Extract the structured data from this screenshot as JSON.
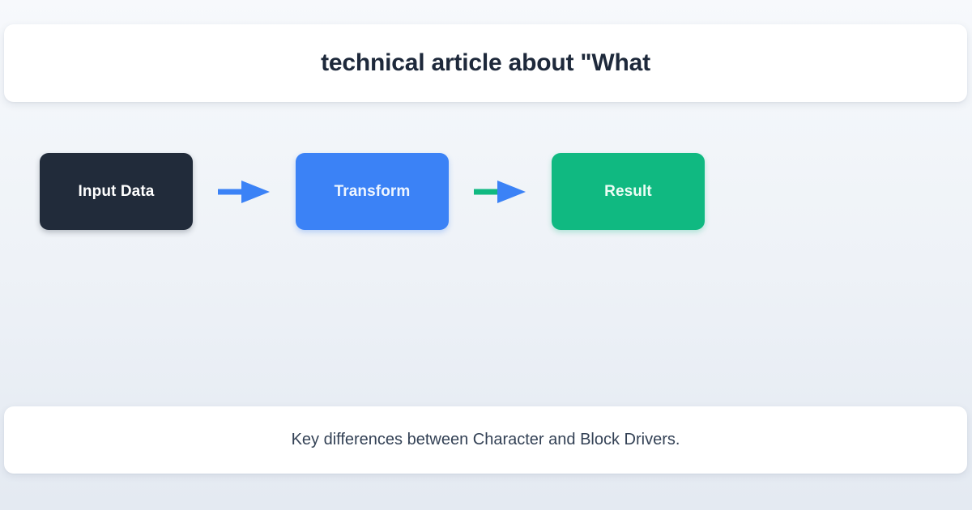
{
  "page": {
    "background_top": "#f7f9fc",
    "background_bottom": "#e4eaf2"
  },
  "header": {
    "title": "technical article about \"What",
    "card_background": "#ffffff",
    "title_color": "#1e293b"
  },
  "diagram": {
    "type": "flow",
    "orientation": "horizontal",
    "nodes": [
      {
        "id": "input",
        "label": "Input Data",
        "fill": "#212b3a",
        "text_color": "#ffffff",
        "icon": "none"
      },
      {
        "id": "transform",
        "label": "Transform",
        "fill": "#3b82f6",
        "text_color": "#eff6ff",
        "icon": "none"
      },
      {
        "id": "result",
        "label": "Result",
        "fill": "#10b981",
        "text_color": "#ecfdf5",
        "icon": "none"
      }
    ],
    "connectors": [
      {
        "id": "input-to-transform",
        "from": "input",
        "to": "transform",
        "shaft_color": "#3b82f6",
        "head_color": "#3b82f6",
        "icon": "arrow-right-icon"
      },
      {
        "id": "transform-to-result",
        "from": "transform",
        "to": "result",
        "shaft_color": "#10b981",
        "head_color": "#3b82f6",
        "icon": "arrow-right-icon"
      }
    ]
  },
  "footer": {
    "caption": "Key differences between Character and Block Drivers.",
    "card_background": "#ffffff",
    "caption_color": "#334155"
  }
}
